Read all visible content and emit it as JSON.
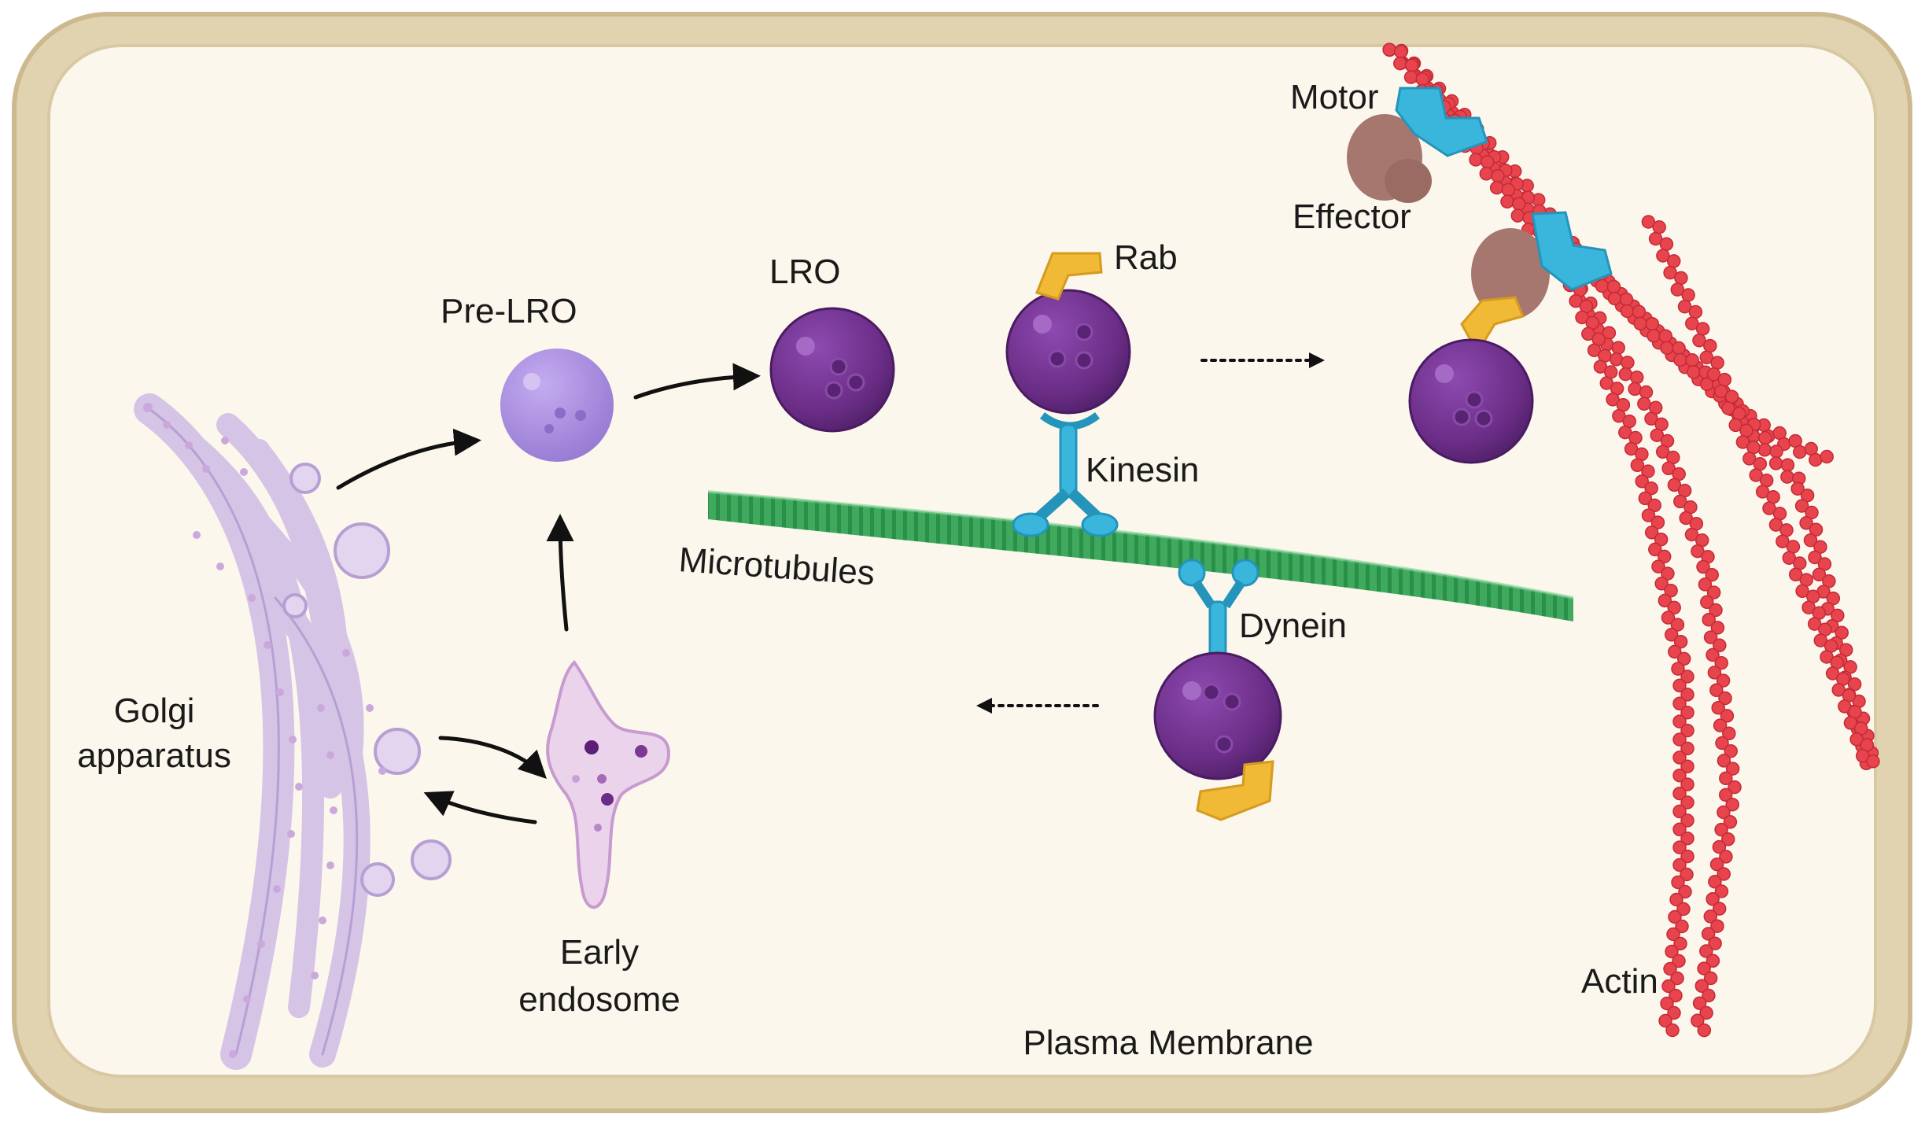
{
  "labels": {
    "pre_lro": "Pre-LRO",
    "lro": "LRO",
    "rab": "Rab",
    "motor": "Motor",
    "effector": "Effector",
    "kinesin": "Kinesin",
    "microtubules": "Microtubules",
    "dynein": "Dynein",
    "golgi_line1": "Golgi",
    "golgi_line2": "apparatus",
    "early_endosome_line1": "Early",
    "early_endosome_line2": "endosome",
    "actin": "Actin",
    "plasma_membrane": "Plasma Membrane"
  },
  "colors": {
    "membrane_outer": "#d9c9a6",
    "cytoplasm": "#fcf7ed",
    "lro_purple": "#6a2d86",
    "pre_lro_lilac": "#a98bdc",
    "golgi": "#d6c4e6",
    "golgi_stroke": "#b79fd3",
    "endosome": "#ead2ea",
    "microtubule_green": "#2f9e4f",
    "motor_blue": "#3ab6dc",
    "rab_yellow": "#f0b936",
    "effector_brown": "#a5776e",
    "actin_red": "#e8444d"
  }
}
